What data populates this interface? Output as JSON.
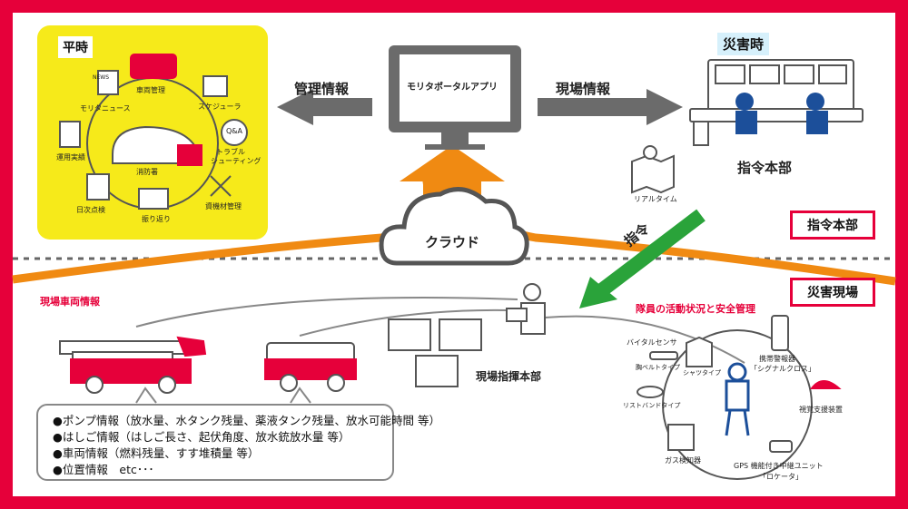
{
  "normal_time": {
    "tag": "平時",
    "items": {
      "news": "モリタニュース",
      "vehicle_mgmt": "車両管理",
      "scheduler": "スケジューラ",
      "trouble_1": "トラブル",
      "trouble_2": "シューティング",
      "equipment_mgmt": "資機材管理",
      "review": "振り返り",
      "daily_check": "日次点検",
      "operation_record": "運用実績",
      "fire_station": "消防署"
    },
    "qa_icon_text": "Q&A",
    "news_icon_text": "NEWS"
  },
  "portal": {
    "title": "モリタポータルアプリ",
    "left_arrow_label": "管理情報",
    "right_arrow_label": "現場情報"
  },
  "disaster_time": {
    "tag": "災害時",
    "hq_label": "指令本部",
    "realtime_label": "リアルタイム"
  },
  "cloud_label": "クラウド",
  "command_arrow_label": "指令",
  "side_boxes": {
    "hq": "指令本部",
    "site": "災害現場"
  },
  "site": {
    "vehicle_info_title": "現場車両情報",
    "command_post_label": "現場指揮本部",
    "bubble_lines": [
      "●ポンプ情報（放水量、水タンク残量、薬液タンク残量、放水可能時間 等）",
      "●はしご情報（はしご長さ、起伏角度、放水銃放水量 等）",
      "●車両情報（燃料残量、すす堆積量 等）",
      "●位置情報　etc･･･"
    ]
  },
  "safety": {
    "title": "隊員の活動状況と安全管理",
    "vital_sensor": "バイタルセンサ",
    "chest_belt": "胸ベルトタイプ",
    "shirt": "シャツタイプ",
    "wristband": "リストバンドタイプ",
    "gas_detector": "ガス検知器",
    "portable_alarm_1": "携帯警報器",
    "portable_alarm_2": "「シグナルクロス」",
    "visual_support": "視覚支援装置",
    "gps_unit_1": "GPS 機能付き中継ユニット",
    "gps_unit_2": "「ロケータ」"
  },
  "colors": {
    "border_red": "#e6003a",
    "yellow_panel": "#f6ea1a",
    "orange_flow": "#f08a12",
    "green_arrow": "#2aa33a",
    "gray_arrow": "#6b6b6b"
  }
}
